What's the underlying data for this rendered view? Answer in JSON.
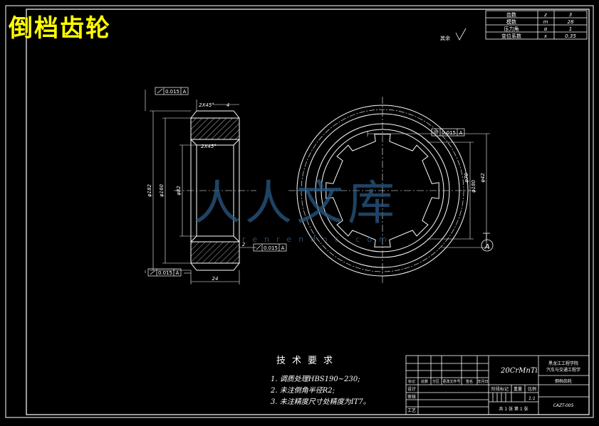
{
  "drawing_title": "倒档齿轮",
  "params": [
    {
      "label": "齿数",
      "symbol": "z",
      "value": "3"
    },
    {
      "label": "模数",
      "symbol": "m",
      "value": "28"
    },
    {
      "label": "压力角",
      "symbol": "α",
      "value": "1"
    },
    {
      "label": "变位系数",
      "symbol": "x",
      "value": "0.35"
    }
  ],
  "roughness_note": "其余",
  "tolerance": {
    "value": "0.015",
    "datum": "A"
  },
  "datum_label": "A",
  "dims": {
    "chamfer_top": "2X45°",
    "chamfer_inner": "2X45°",
    "width": "24",
    "top_small": "4",
    "side_small": "2",
    "outer_dia_left": "φ182",
    "mid_dia_left": "φ160",
    "inner_dia_left": "φ82",
    "spline_dia": "φ70",
    "bore_dia": "φ42",
    "outer_dia_right": "φ180"
  },
  "tech": {
    "heading": "技术要求",
    "lines": [
      "1. 调质处理HBS190~230;",
      "2. 未注倒角半径R2;",
      "3. 未注精度尺寸处精度为IT7。"
    ]
  },
  "title_block": {
    "material": "20CrMnTi",
    "school": "黑龙江工程学院",
    "dept": "汽车与交通工程学",
    "part_name": "倒档齿轮",
    "rows_left": [
      "标记",
      "处数",
      "分区",
      "更改文件号",
      "签名",
      "年月日"
    ],
    "design": "设计",
    "check": "审核",
    "process": "工艺",
    "stage": "阶段标记",
    "weight": "重量",
    "scale": "比例",
    "scale_value": "1:1",
    "sheets": "共 1 张  第 1 张",
    "drawing_no": "CAZT-005"
  },
  "watermark": {
    "main": "人人文库",
    "sub": "renrendoc.com"
  },
  "colors": {
    "line": "#ffffff",
    "title": "#ffff00",
    "watermark": "#2a5a84"
  }
}
